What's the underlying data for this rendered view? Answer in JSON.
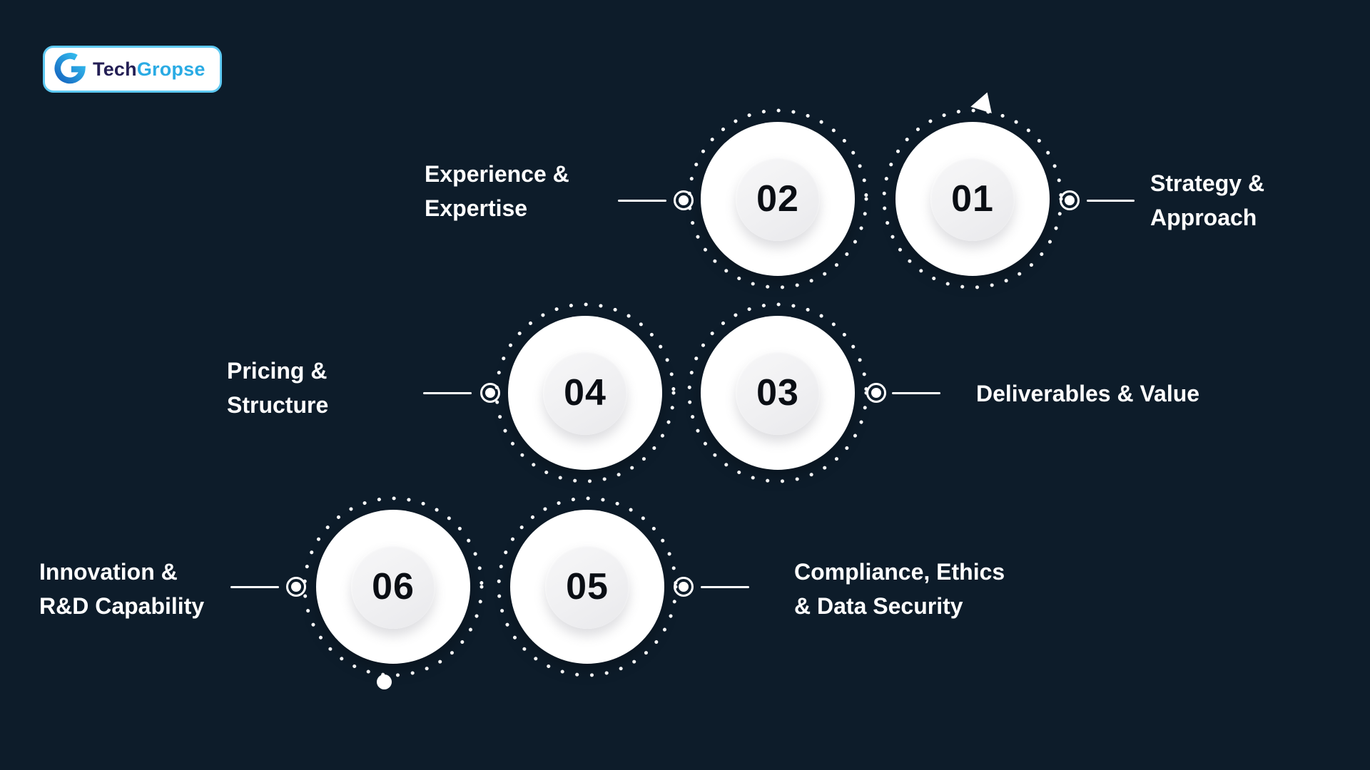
{
  "page": {
    "type": "infographic-diagram",
    "background_color": "#0d1c2a"
  },
  "logo": {
    "brand_dark": "Tech",
    "brand_light": "Gropse",
    "icon": "techgropse-g",
    "colors": {
      "dark_text": "#241f55",
      "light_text": "#2aabe4",
      "border": "#5ec9f2",
      "icon_gradient_start": "#1565c0",
      "icon_gradient_end": "#36c3f2"
    }
  },
  "pointer": {
    "shape": "left-triangle",
    "color": "#ffffff"
  },
  "nodes": [
    {
      "number": "01",
      "label_lines": [
        "Strategy &",
        "Approach"
      ],
      "label_side": "right"
    },
    {
      "number": "02",
      "label_lines": [
        "Experience &",
        "Expertise"
      ],
      "label_side": "left"
    },
    {
      "number": "03",
      "label_lines": [
        "Deliverables & Value"
      ],
      "label_side": "right"
    },
    {
      "number": "04",
      "label_lines": [
        "Pricing &",
        "Structure"
      ],
      "label_side": "left"
    },
    {
      "number": "05",
      "label_lines": [
        "Compliance, Ethics",
        "& Data Security"
      ],
      "label_side": "right"
    },
    {
      "number": "06",
      "label_lines": [
        "Innovation &",
        "R&D Capability"
      ],
      "label_side": "left"
    }
  ],
  "colors": {
    "background": "#0d1c2a",
    "circle_outer": "#ffffff",
    "circle_inner": "#f1f1f3",
    "number": "#0a0e14",
    "label": "#ffffff",
    "dotted_ring": "#ffffff",
    "connector": "#ffffff"
  }
}
